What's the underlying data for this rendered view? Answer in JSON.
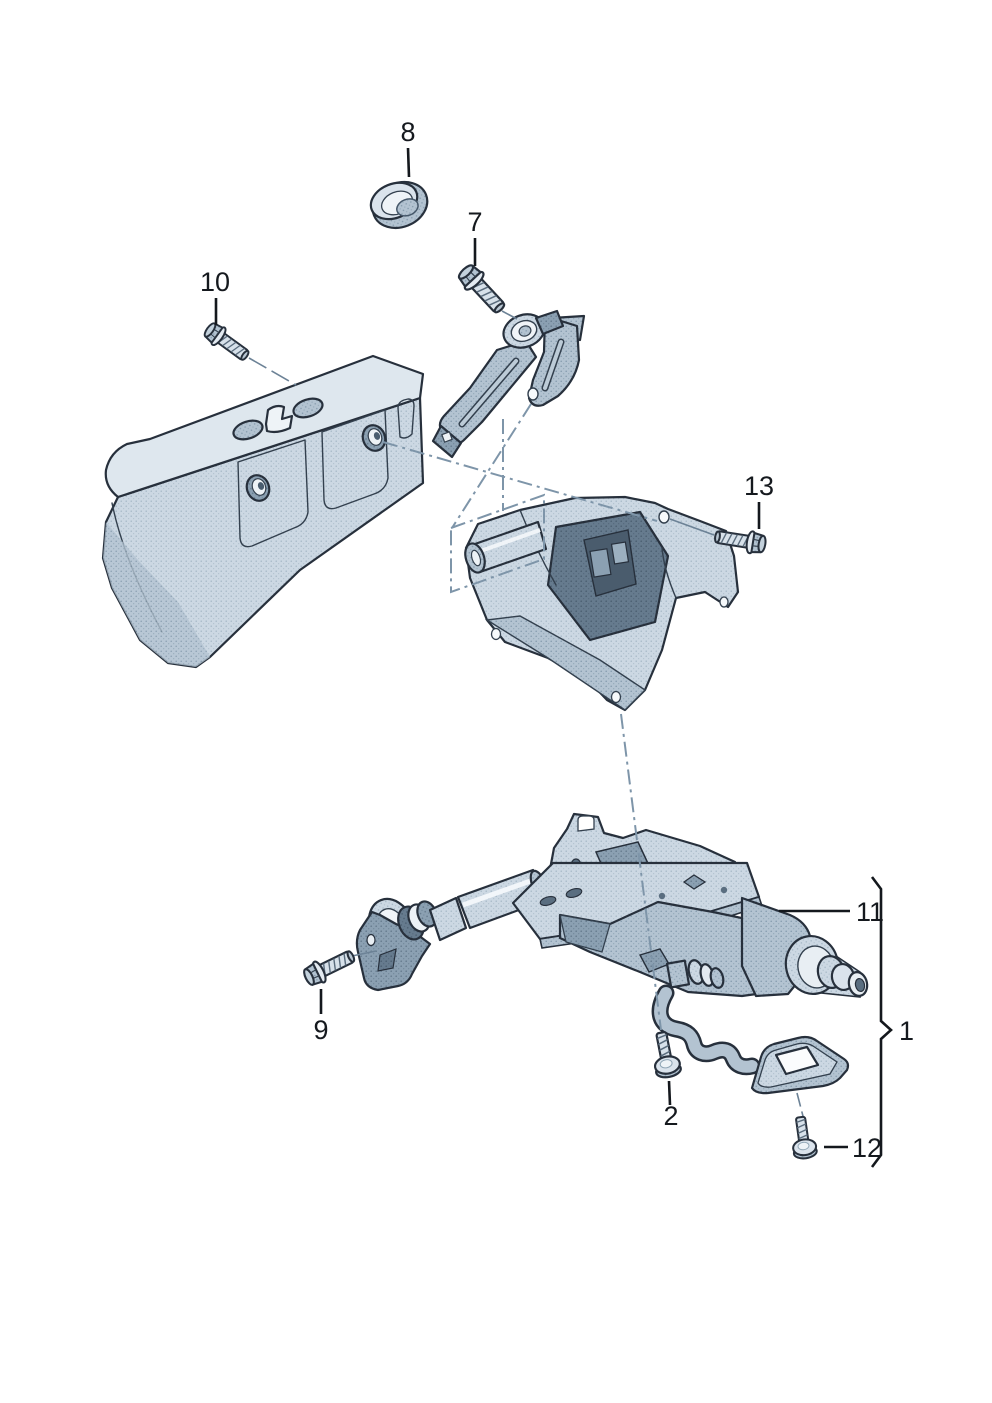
{
  "diagram": {
    "kind": "exploded-parts-diagram",
    "subject": "steering-column-with-mounting-parts",
    "callouts": {
      "c1": {
        "label": "1"
      },
      "c2": {
        "label": "2"
      },
      "c7": {
        "label": "7"
      },
      "c8": {
        "label": "8"
      },
      "c9": {
        "label": "9"
      },
      "c10": {
        "label": "10"
      },
      "c11": {
        "label": "11"
      },
      "c12": {
        "label": "12"
      },
      "c13": {
        "label": "13"
      }
    },
    "colors": {
      "background": "#ffffff",
      "outline": "#27303c",
      "part_light": "#ccd8e3",
      "part_medium": "#b3c3d1",
      "part_dark": "#8ba0b2",
      "part_recess": "#667b8e",
      "top_face": "#dee7ee",
      "highlight": "#f0f4f8",
      "callout_text": "#15191e",
      "leader_line": "#14181d",
      "axis_line": "#7e95a9"
    }
  }
}
